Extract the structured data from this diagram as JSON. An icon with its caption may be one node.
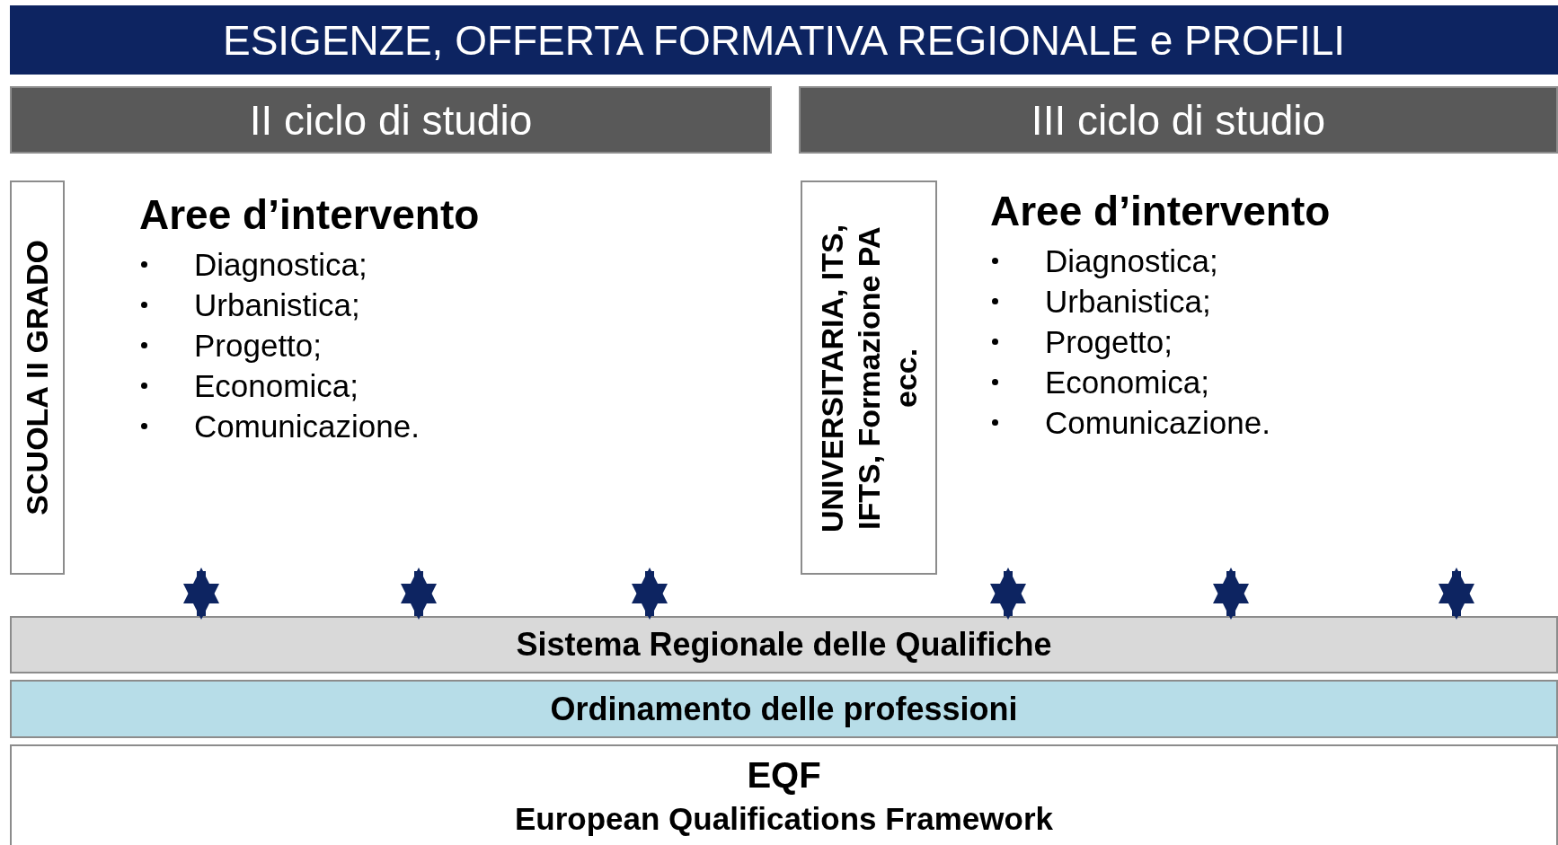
{
  "diagram": {
    "title": "ESIGENZE, OFFERTA FORMATIVA REGIONALE e PROFILI",
    "nodes": [
      {
        "text": [
          "II ciclo di studio"
        ]
      },
      {
        "text": [
          "III ciclo di studio"
        ]
      },
      {
        "text": [
          "SCUOLA II GRADO"
        ]
      },
      {
        "text": [
          "Aree d’intervento",
          "Diagnostica;",
          "Urbanistica;",
          "Progetto;",
          "Economica;",
          "Comunicazione."
        ]
      },
      {
        "text": [
          "UNIVERSITARIA, ITS, IFTS, Formazione PA ecc."
        ]
      },
      {
        "text": [
          "Aree d’intervento",
          "Diagnostica;",
          "Urbanistica;",
          "Progetto;",
          "Economica;",
          "Comunicazione."
        ]
      },
      {
        "text": [
          "Sistema Regionale delle Qualifiche"
        ]
      },
      {
        "text": [
          "Ordinamento delle professioni"
        ]
      },
      {
        "text": [
          "EQF",
          "European Qualifications Framework"
        ]
      }
    ],
    "edges": [
      {
        "from": null,
        "to": 6,
        "arrow": "both"
      },
      {
        "from": null,
        "to": 6,
        "arrow": "both"
      },
      {
        "from": null,
        "to": 6,
        "arrow": "both"
      },
      {
        "from": null,
        "to": 6,
        "arrow": "both"
      },
      {
        "from": null,
        "to": 6,
        "arrow": "both"
      },
      {
        "from": null,
        "to": 6,
        "arrow": "both"
      }
    ]
  }
}
